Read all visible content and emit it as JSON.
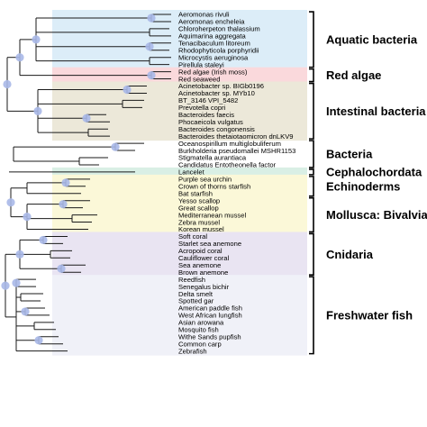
{
  "colors": {
    "branch": "#1a1a1a",
    "bracket": "#000000",
    "node": "#a9b8e8",
    "aquatic_bacteria": "#dcedf8",
    "red_algae": "#fad9dc",
    "intestinal_bacteria": "#ece8d9",
    "cephalochordata": "#d9efe5",
    "echinoderms": "#fbf8d8",
    "mollusca": "#fbf8d8",
    "cnidaria": "#e9e4f2",
    "freshwater_fish": "#f0f1f8"
  },
  "groups": [
    {
      "id": "aquatic_bacteria",
      "label": "Aquatic bacteria",
      "leaves": [
        "Aeromonas rivuli",
        "Aeromonas encheleia",
        "Chloroherpeton thalassium",
        "Aquimarina aggregata",
        "Tenacibaculum litoreum",
        "Rhodophyticola porphyridii",
        "Microcystis aeruginosa",
        "Pirellula staleyi"
      ]
    },
    {
      "id": "red_algae",
      "label": "Red algae",
      "leaves": [
        "Red algae (Irish moss)",
        "Red seaweed"
      ]
    },
    {
      "id": "intestinal_bacteria",
      "label": "Intestinal bacteria",
      "leaves": [
        "Acinetobacter sp. BIGb0196",
        "Acinetobacter sp. MYb10",
        "BT_3146 VPI_5482",
        "Prevotella copri",
        "Bacteroides faecis",
        "Phocaeicola vulgatus",
        "Bacteroides congonensis",
        "Bacteroides thetaiotaomicron dnLKV9"
      ]
    },
    {
      "id": "bacteria",
      "label": "Bacteria",
      "leaves": [
        "Oceanospirillum multiglobuliferum",
        "Burkholderia pseudomallei MSHR1153",
        "Stigmatella aurantiaca",
        "Candidatus Entotheonella factor"
      ]
    },
    {
      "id": "cephalochordata",
      "label": "Cephalochordata",
      "leaves": [
        "Lancelet"
      ]
    },
    {
      "id": "echinoderms",
      "label": "Echinoderms",
      "leaves": [
        "Purple sea urchin",
        "Crown of thorns starfish",
        "Bat starfish"
      ]
    },
    {
      "id": "mollusca",
      "label": "Mollusca: Bivalvia",
      "leaves": [
        "Yesso scallop",
        "Great scallop",
        "Mediterranean mussel",
        "Zebra mussel",
        "Korean mussel"
      ]
    },
    {
      "id": "cnidaria",
      "label": "Cnidaria",
      "leaves": [
        "Soft coral",
        "Starlet sea anemone",
        "Acropoid coral",
        "Cauliflower coral",
        "Sea anemone",
        "Brown anemone"
      ]
    },
    {
      "id": "freshwater_fish",
      "label": "Freshwater fish",
      "leaves": [
        "Reedfish",
        "Senegalus bichir",
        "Delta smelt",
        "Spotted gar",
        "American paddle fish",
        "West African lungfish",
        "Asian arowana",
        "Mosquito fish",
        "Withe Sands pupfish",
        "Common carp",
        "Zebrafish"
      ]
    }
  ]
}
